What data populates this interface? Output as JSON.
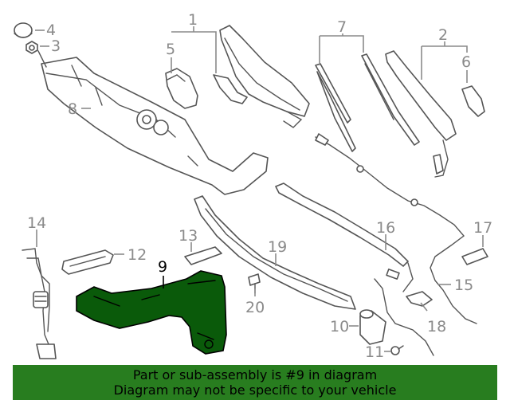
{
  "callouts": {
    "c1": "1",
    "c2": "2",
    "c3": "3",
    "c4": "4",
    "c5": "5",
    "c6": "6",
    "c7": "7",
    "c8": "8",
    "c9": "9",
    "c10": "10",
    "c11": "11",
    "c12": "12",
    "c13": "13",
    "c14": "14",
    "c15": "15",
    "c16": "16",
    "c17": "17",
    "c18": "18",
    "c19": "19",
    "c20": "20"
  },
  "highlight_color": "#0a5a0a",
  "banner": {
    "line1": "Part or sub-assembly is #9 in diagram",
    "line2": "Diagram may not be specific to your vehicle",
    "color": "#287d1f"
  }
}
